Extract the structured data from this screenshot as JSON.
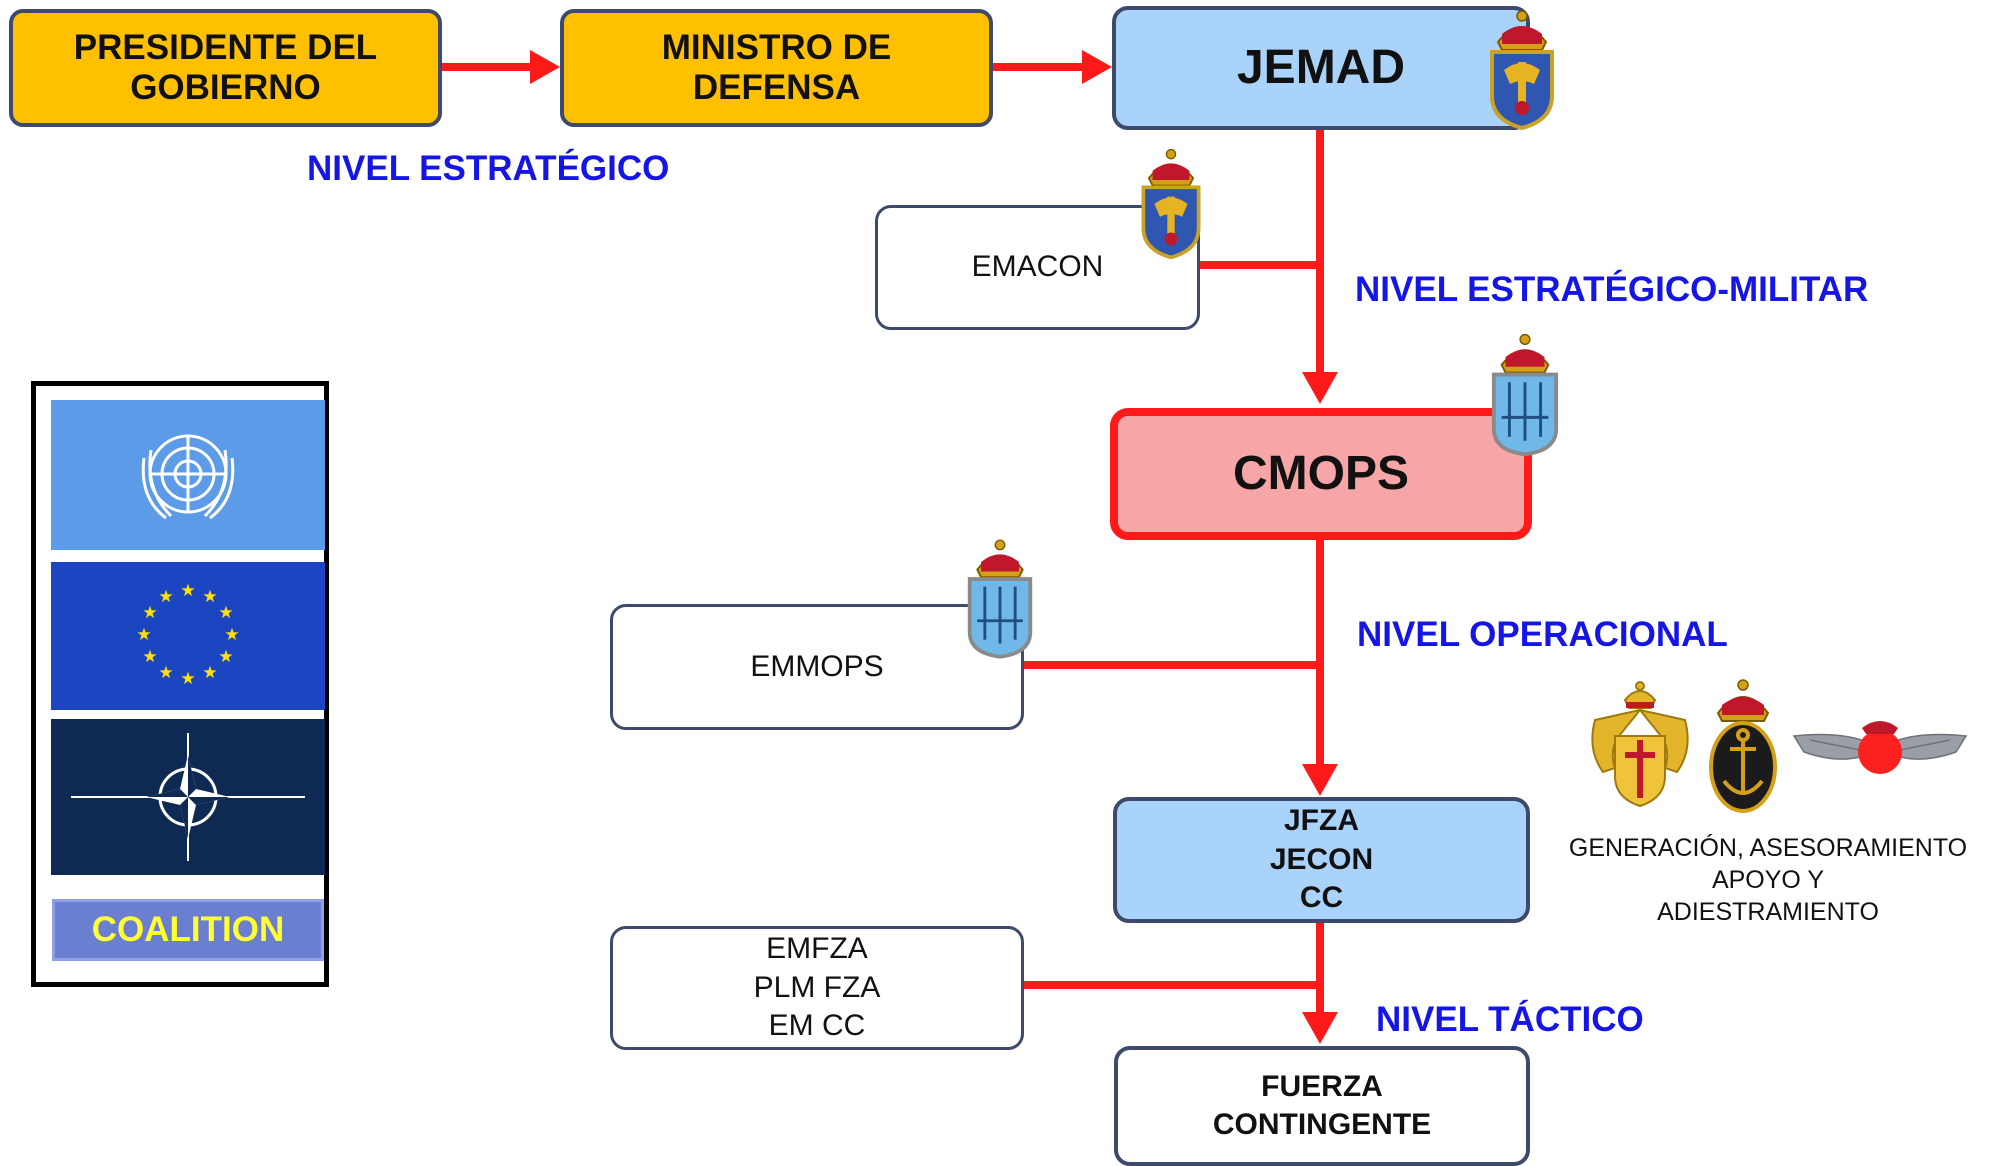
{
  "chain": {
    "presidente": "PRESIDENTE DEL\nGOBIERNO",
    "ministro": "MINISTRO DE\nDEFENSA",
    "jemad": "JEMAD",
    "cmops": "CMOPS",
    "mando": "JFZA\nJECON\nCC",
    "fuerza": "FUERZA\nCONTINGENTE"
  },
  "staff": {
    "emacon": "EMACON",
    "emmops": "EMMOPS",
    "emfza": "EMFZA\nPLM FZA\nEM CC"
  },
  "levels": {
    "estrategico": "NIVEL ESTRATÉGICO",
    "estrategico_militar": "NIVEL ESTRATÉGICO-MILITAR",
    "operacional": "NIVEL OPERACIONAL",
    "tactico": "NIVEL TÁCTICO"
  },
  "organizations": {
    "coalition": "COALITION"
  },
  "support": {
    "text": "GENERACIÓN, ASESORAMIENTO\nAPOYO Y\nADIESTRAMIENTO"
  },
  "colors": {
    "gold_box": "#FFC000",
    "blue_box": "#A9D3FA",
    "cmops_fill": "#F7A6A8",
    "arrow_red": "#FF1A1A",
    "level_text": "#1515E6",
    "coalition_text": "#FFFF33"
  },
  "icons": [
    "un-flag-icon",
    "eu-flag-icon",
    "nato-flag-icon",
    "jemad-emblem-icon",
    "emacon-emblem-icon",
    "cmops-emblem-icon",
    "emmops-emblem-icon",
    "army-emblem-icon",
    "navy-emblem-icon",
    "air-force-emblem-icon"
  ]
}
